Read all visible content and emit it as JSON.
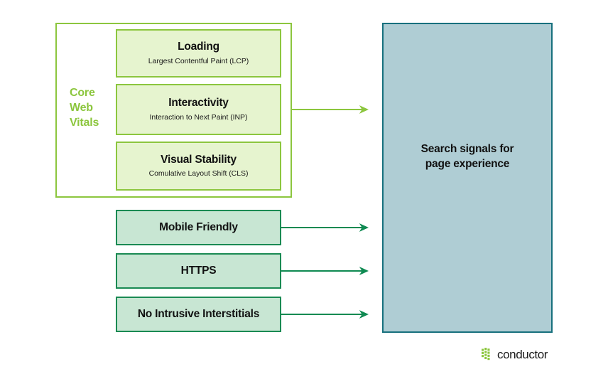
{
  "diagram": {
    "title": "Search signals for page experience",
    "colors": {
      "green_accent": "#8cc63e",
      "green_fill": "#e6f4cf",
      "teal_accent": "#1a8a53",
      "teal_fill": "#c8e6d3",
      "panel_fill": "#afcdd4",
      "panel_border": "#17707d",
      "text": "#111111"
    }
  },
  "core_web_vitals": {
    "group_label": "Core\nWeb\nVitals",
    "group_label_lines": [
      "Core",
      "Web",
      "Vitals"
    ],
    "metrics": [
      {
        "title": "Loading",
        "subtitle": "Largest Contentful Paint (LCP)"
      },
      {
        "title": "Interactivity",
        "subtitle": "Interaction to Next Paint (INP)"
      },
      {
        "title": "Visual Stability",
        "subtitle": "Comulative Layout Shift (CLS)"
      }
    ]
  },
  "other_signals": [
    {
      "title": "Mobile Friendly"
    },
    {
      "title": "HTTPS"
    },
    {
      "title": "No Intrusive Interstitials"
    }
  ],
  "outcome": {
    "text": "Search signals for\npage experience"
  },
  "branding": {
    "wordmark": "conductor",
    "mark_icon": "conductor-dots-icon"
  }
}
